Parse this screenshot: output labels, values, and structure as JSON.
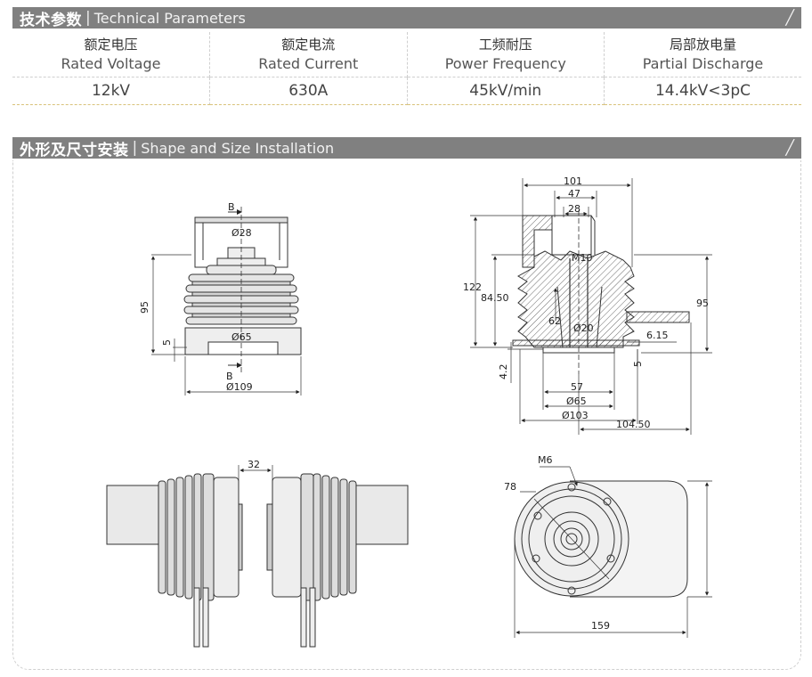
{
  "tech_params": {
    "title_cn": "技术参数",
    "title_en": "Technical Parameters",
    "columns": [
      {
        "cn": "额定电压",
        "en": "Rated Voltage",
        "value": "12kV"
      },
      {
        "cn": "额定电流",
        "en": "Rated Current",
        "value": "630A"
      },
      {
        "cn": "工频耐压",
        "en": "Power Frequency",
        "value": "45kV/min"
      },
      {
        "cn": "局部放电量",
        "en": "Partial Discharge",
        "value": "14.4kV<3pC"
      }
    ]
  },
  "shape_section": {
    "title_cn": "外形及尺寸安装",
    "title_en": "Shape and Size Installation"
  },
  "separator": "|",
  "dimensions": {
    "front": {
      "b_top": "B",
      "d28": "Ø28",
      "h95": "95",
      "h5": "5",
      "d65": "Ø65",
      "b_bottom": "B",
      "d109": "Ø109"
    },
    "section": {
      "w101": "101",
      "w47": "47",
      "w28": "28",
      "m10": "M10",
      "h122": "122",
      "h84": "84.50",
      "h95": "95",
      "l62": "62",
      "d20": "Ø20",
      "w6": "6.15",
      "h42": "4.2",
      "h5": "5",
      "w57": "57",
      "d65": "Ø65",
      "d103": "Ø103",
      "w104": "104.50"
    },
    "pair": {
      "gap32": "32"
    },
    "bottom": {
      "m6": "M6",
      "r78": "78",
      "w159": "159"
    }
  }
}
